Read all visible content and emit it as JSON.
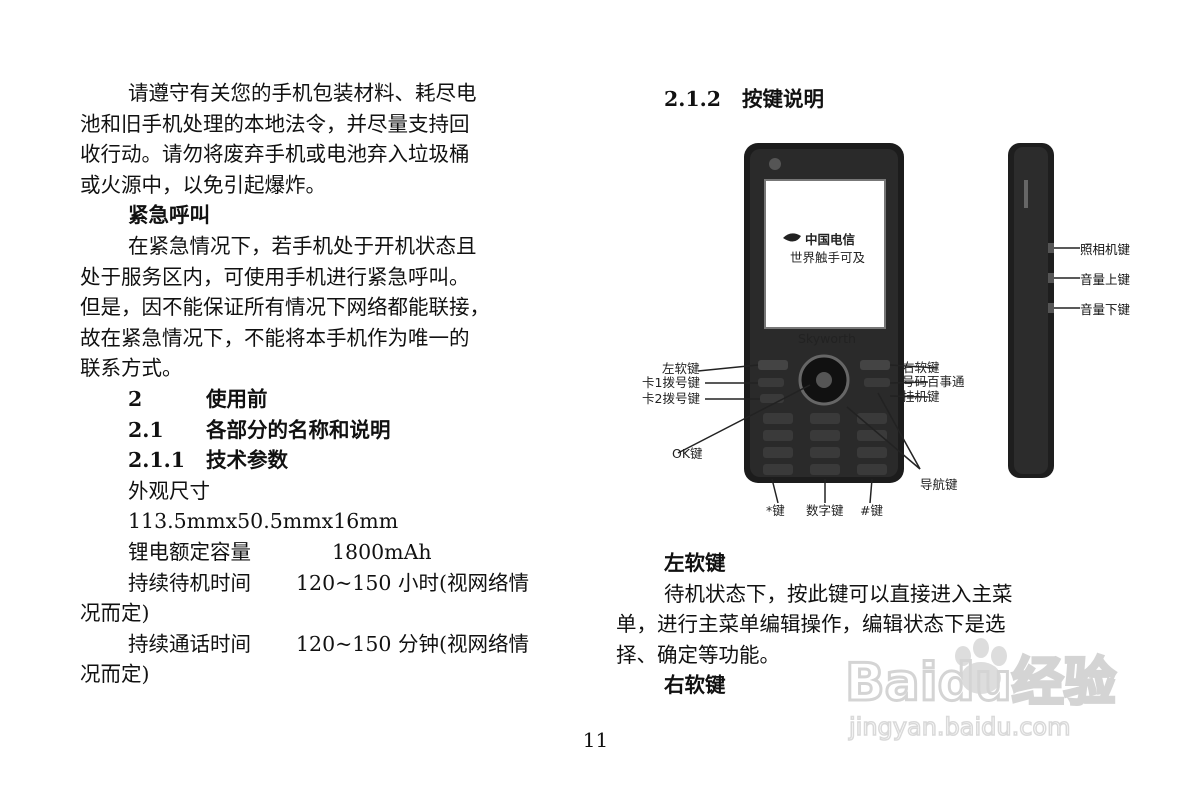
{
  "left": {
    "lines": [
      "请遵守有关您的手机包装材料、耗尽电",
      "池和旧手机处理的本地法令，并尽量支持回",
      "收行动。请勿将废弃手机或电池弃入垃圾桶",
      "或火源中，以免引起爆炸。",
      "紧急呼叫",
      "在紧急情况下，若手机处于开机状态且",
      "处于服务区内，可使用手机进行紧急呼叫。",
      "但是，因不能保证所有情况下网络都能联接，",
      "故在紧急情况下，不能将本手机作为唯一的",
      "联系方式。"
    ],
    "headings": [
      {
        "num": "2",
        "text": "使用前"
      },
      {
        "num": "2.1",
        "text": "各部分的名称和说明"
      },
      {
        "num": "2.1.1",
        "text": "技术参数"
      }
    ],
    "specs": {
      "appearance_label": "外观尺寸",
      "appearance_value": "113.5mmx50.5mmx16mm",
      "battery_label": "锂电额定容量",
      "battery_value": "1800mAh",
      "standby_label": "持续待机时间",
      "standby_value": "120~150 小时(视网络情",
      "standby_cont": "况而定)",
      "talk_label": "持续通话时间",
      "talk_value": "120~150 分钟(视网络情",
      "talk_cont": "况而定)"
    }
  },
  "right": {
    "section": {
      "num": "2.1.2",
      "text": "按键说明"
    },
    "figure_labels": {
      "left_soft": "左软键",
      "card1_dial": "卡1拨号键",
      "card2_dial": "卡2拨号键",
      "ok": "OK键",
      "star": "*键",
      "number": "数字键",
      "hash": "#键",
      "nav": "导航键",
      "right_soft": "右软键",
      "number_book": "号码百事通",
      "end": "挂机键",
      "camera": "照相机键",
      "vol_up": "音量上键",
      "vol_down": "音量下键",
      "brand": "Skyworth",
      "operator": "中国电信",
      "slogan": "世界触手可及"
    },
    "heading_left_soft": "左软键",
    "desc_lines": [
      "待机状态下，按此键可以直接进入主菜",
      "单，进行主菜单编辑操作，编辑状态下是选",
      "择、确定等功能。"
    ],
    "heading_right_soft": "右软键"
  },
  "page_number": "11",
  "watermark": {
    "brand": "Baidu经验",
    "url": "jingyan.baidu.com"
  }
}
